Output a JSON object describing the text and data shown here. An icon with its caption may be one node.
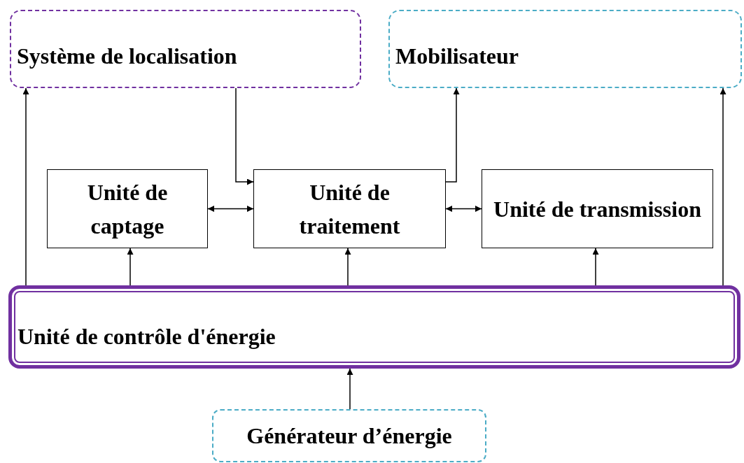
{
  "diagram": {
    "nodes": [
      {
        "text": [
          "Système de localisation"
        ]
      },
      {
        "text": [
          "Mobilisateur"
        ]
      },
      {
        "text": [
          "Unité de captage"
        ]
      },
      {
        "text": [
          "Unité de traitement"
        ]
      },
      {
        "text": [
          "Unité de transmission"
        ]
      },
      {
        "text": [
          "Unité de contrôle d'énergie"
        ]
      },
      {
        "text": [
          "Générateur d’énergie"
        ]
      }
    ],
    "edges": [
      {
        "from": 5,
        "to": 0,
        "arrow": "to"
      },
      {
        "from": 0,
        "to": 3,
        "arrow": "to"
      },
      {
        "from": 3,
        "to": 1,
        "arrow": "to"
      },
      {
        "from": 5,
        "to": 1,
        "arrow": "to"
      },
      {
        "from": 2,
        "to": 3,
        "arrow": "both"
      },
      {
        "from": 3,
        "to": 4,
        "arrow": "both"
      },
      {
        "from": 5,
        "to": 2,
        "arrow": "to"
      },
      {
        "from": 5,
        "to": 3,
        "arrow": "to"
      },
      {
        "from": 5,
        "to": 4,
        "arrow": "to"
      },
      {
        "from": 6,
        "to": 5,
        "arrow": "to"
      }
    ]
  }
}
